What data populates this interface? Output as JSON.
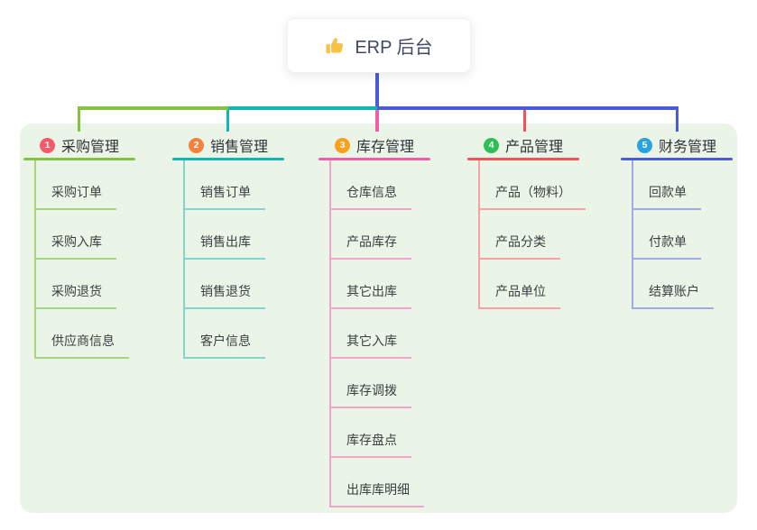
{
  "root": {
    "title": "ERP 后台",
    "icon": "thumbs-up-icon"
  },
  "colors": {
    "panel_background": "#ebf5e7"
  },
  "branches": [
    {
      "badge": "1",
      "title": "采购管理",
      "badge_color": "#f8596a",
      "line_color": "#84c341",
      "subline_color": "#a8d582",
      "items": [
        "采购订单",
        "采购入库",
        "采购退货",
        "供应商信息"
      ]
    },
    {
      "badge": "2",
      "title": "销售管理",
      "badge_color": "#f6813d",
      "line_color": "#12b7b3",
      "subline_color": "#83d4cf",
      "items": [
        "销售订单",
        "销售出库",
        "销售退货",
        "客户信息"
      ]
    },
    {
      "badge": "3",
      "title": "库存管理",
      "badge_color": "#f9a11b",
      "line_color": "#ee5fa7",
      "subline_color": "#f5a3cb",
      "items": [
        "仓库信息",
        "产品库存",
        "其它出库",
        "其它入库",
        "库存调拨",
        "库存盘点",
        "出库库明细"
      ]
    },
    {
      "badge": "4",
      "title": "产品管理",
      "badge_color": "#2ebd57",
      "line_color": "#f25358",
      "subline_color": "#f7a2a4",
      "items": [
        "产品（物料）",
        "产品分类",
        "产品单位"
      ]
    },
    {
      "badge": "5",
      "title": "财务管理",
      "badge_color": "#29a3dd",
      "line_color": "#4b5cd6",
      "subline_color": "#9fabe4",
      "items": [
        "回款单",
        "付款单",
        "结算账户"
      ]
    }
  ]
}
